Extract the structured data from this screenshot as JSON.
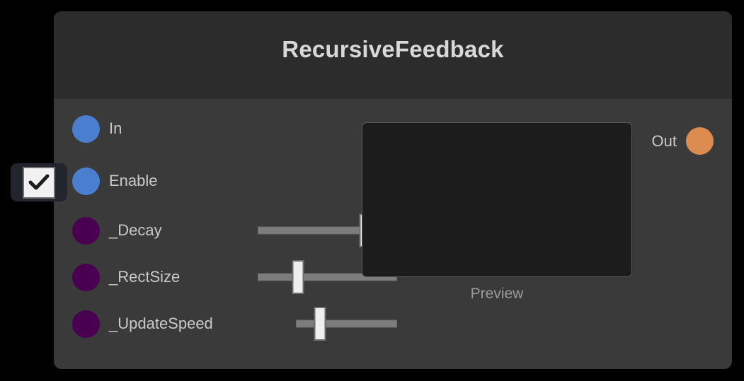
{
  "node": {
    "title": "RecursiveFeedback",
    "header_color": "#2c2c2c",
    "body_color": "#3a3a3a"
  },
  "ports": {
    "inputs": [
      {
        "label": "In",
        "color": "#4a7fd0",
        "type": "input"
      },
      {
        "label": "Enable",
        "color": "#4a7fd0",
        "type": "input"
      }
    ],
    "parameters": [
      {
        "label": "_Decay",
        "color": "#4a0050",
        "type": "param",
        "slider_value": 77
      },
      {
        "label": "_RectSize",
        "color": "#4a0050",
        "type": "param",
        "slider_value": 29
      },
      {
        "label": "_UpdateSpeed",
        "color": "#4a0050",
        "type": "param",
        "slider_value": 24
      }
    ],
    "output": {
      "label": "Out",
      "color": "#dd8c4f"
    }
  },
  "preview": {
    "caption": "Preview",
    "fill_color": "#1c1c1c"
  },
  "checkbox": {
    "checked": true,
    "icon": "check-mark-icon"
  }
}
